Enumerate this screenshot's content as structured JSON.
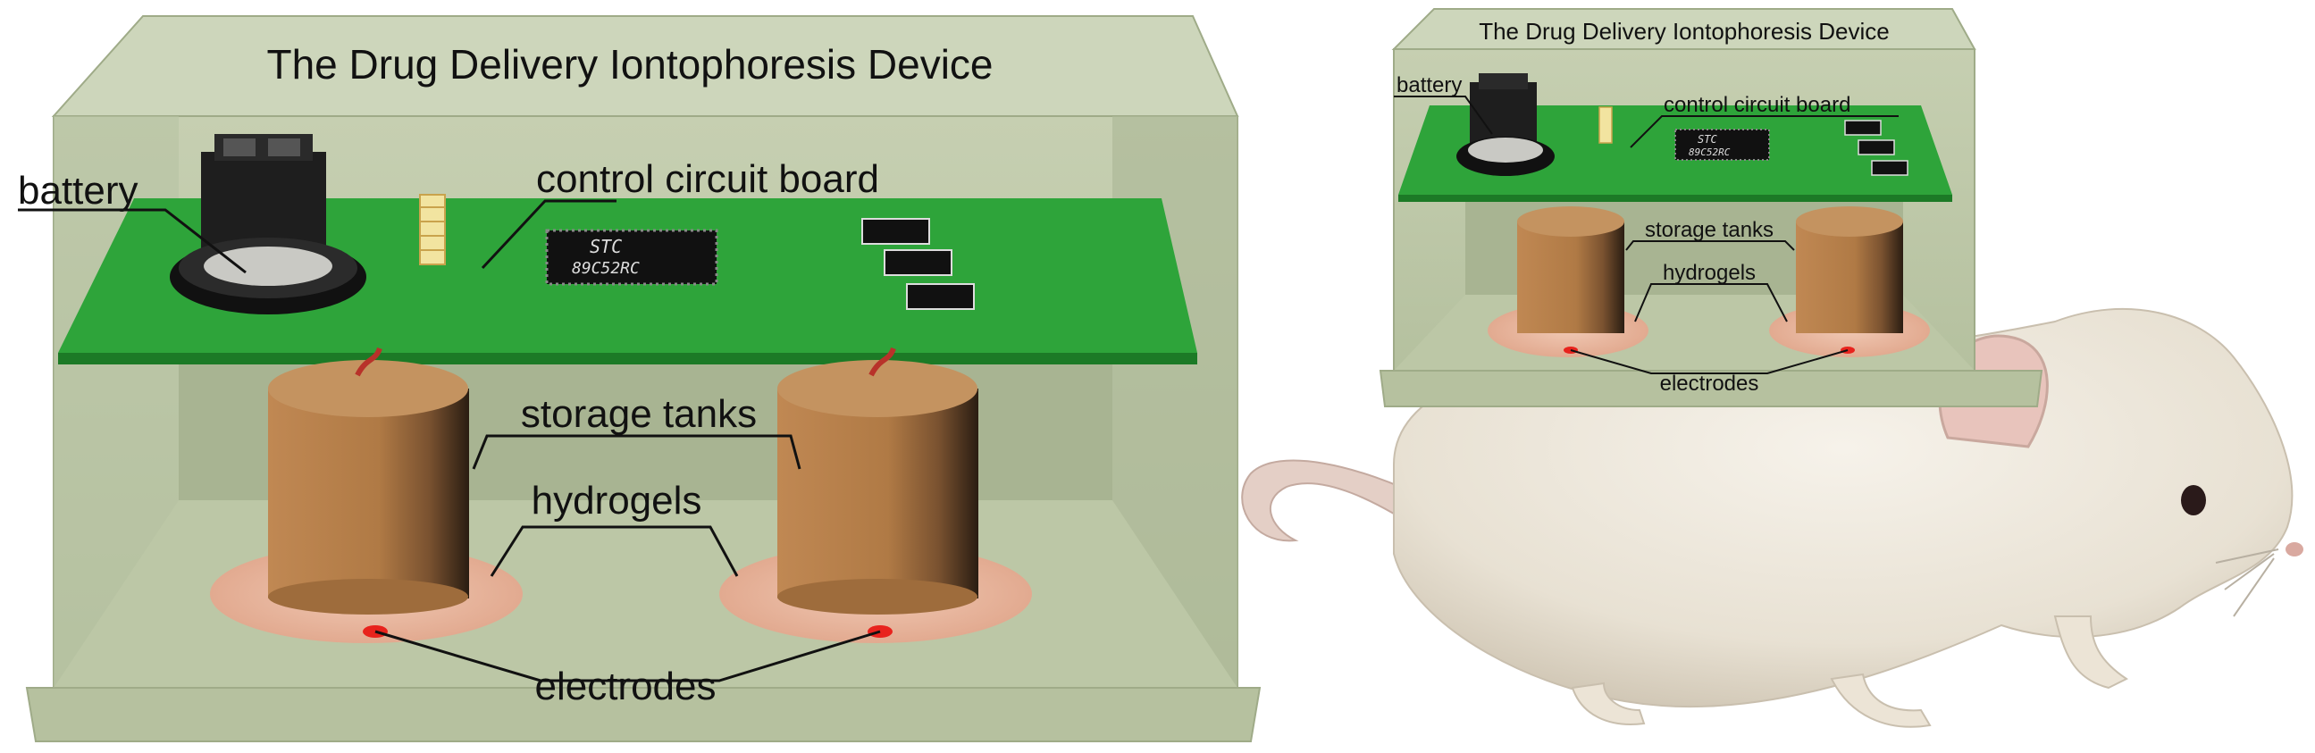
{
  "left_device": {
    "title": "The Drug Delivery Iontophoresis Device",
    "labels": {
      "battery": "battery",
      "control_circuit_board": "control circuit board",
      "storage_tanks": "storage tanks",
      "hydrogels": "hydrogels",
      "electrodes": "electrodes"
    },
    "chip_text": {
      "line1": "STC",
      "line2": "89C52RC"
    }
  },
  "right_device": {
    "title": "The Drug Delivery Iontophoresis Device",
    "labels": {
      "battery": "battery",
      "control_circuit_board": "control circuit board",
      "storage_tanks": "storage tanks",
      "hydrogels": "hydrogels",
      "electrodes": "electrodes"
    },
    "chip_text": {
      "line1": "STC",
      "line2": "89C52RC"
    }
  },
  "colors": {
    "housing": "#b9c5a4",
    "housing_dark": "#a3b08c",
    "housing_light": "#cdd6bb",
    "board": "#2ea43a",
    "board_edge": "#1c7a26",
    "tank": "#b07a45",
    "tank_top": "#c49360",
    "hydrogel": "#e6b49a",
    "electrode": "#e8231d",
    "mouse_fur": "#ece6da",
    "mouse_shadow": "#c9bfae",
    "mouse_pink": "#e8c4bc"
  }
}
